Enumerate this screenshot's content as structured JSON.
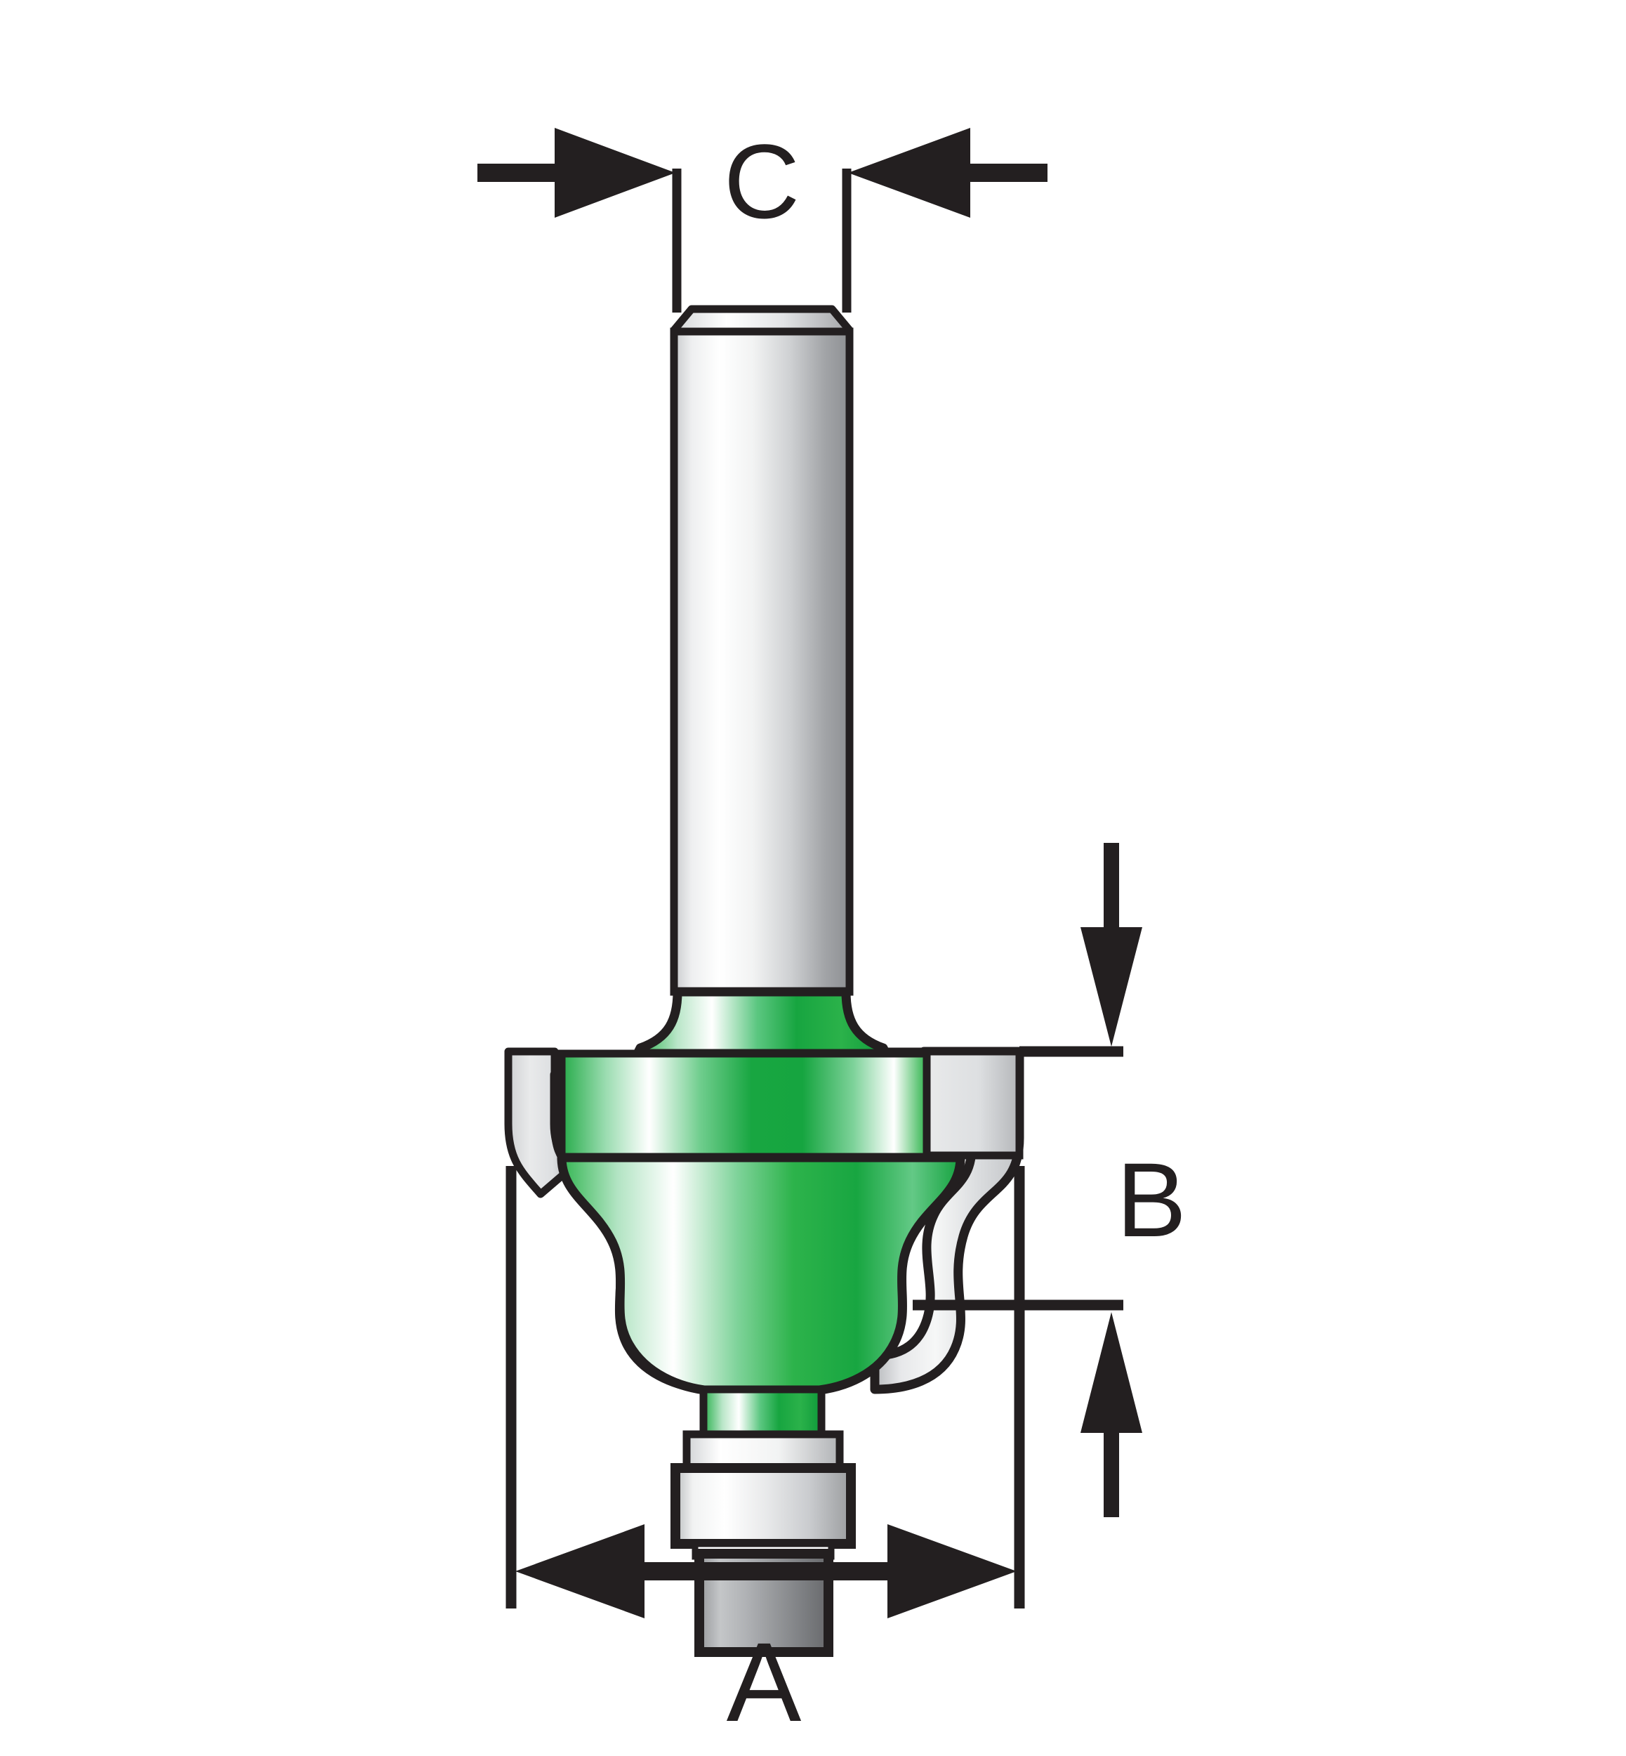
{
  "figure": {
    "kind": "technical-line-drawing",
    "subject": "router-bit-ogee-profile-with-bearing",
    "background_color": "#ffffff",
    "line_color": "#231f20"
  },
  "dimensions": {
    "labels": [
      {
        "id": "C",
        "text": "C",
        "measures": "shank-diameter",
        "orientation": "horizontal",
        "position": "top"
      },
      {
        "id": "B",
        "text": "B",
        "measures": "cutting-height",
        "orientation": "vertical",
        "position": "right"
      },
      {
        "id": "A",
        "text": "A",
        "measures": "cutting-diameter",
        "orientation": "horizontal",
        "position": "bottom"
      }
    ]
  },
  "parts": {
    "shank": {
      "name": "shank",
      "material_color": "#d9dadb",
      "highlight_color": "#ffffff",
      "shadow_color": "#8f9092"
    },
    "cutter": {
      "name": "cutter-body",
      "material_color": "#2cb34a",
      "highlight_color": "#ffffff",
      "shadow_color": "#0f9d3c"
    },
    "carbide_wing": {
      "name": "carbide-cutting-wing",
      "material_color": "#dcdddf",
      "highlight_color": "#ffffff",
      "shadow_color": "#a7a9ac"
    },
    "bearing": {
      "name": "pilot-bearing",
      "material_color": "#e6e7e8",
      "shadow_color": "#a7a9ac"
    },
    "bearing_screw": {
      "name": "bearing-retaining-screw",
      "material_color": "#9a9b9e",
      "shadow_color": "#6d6e71"
    }
  },
  "colors": {
    "outline": "#231f20",
    "green_mid": "#2cb34a",
    "green_dark": "#129c3c",
    "green_light": "#ffffff",
    "steel_light": "#ffffff",
    "steel_mid": "#d5d6d8",
    "steel_dark": "#8a8c8e",
    "screw_dark": "#6f7073"
  }
}
